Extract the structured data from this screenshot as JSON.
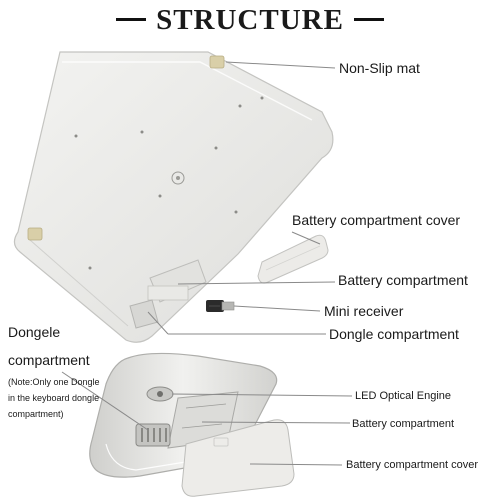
{
  "title": "STRUCTURE",
  "labels": {
    "non_slip_mat": "Non-Slip mat",
    "battery_compartment_cover": "Battery compartment cover",
    "battery_compartment": "Battery compartment",
    "mini_receiver": "Mini receiver",
    "dongle_compartment": "Dongle compartment",
    "dongle_label_line1": "Dongele",
    "dongle_label_line2": "compartment",
    "note_line1": "(Note:Only one Dongle",
    "note_line2": "in the keyboard dongle",
    "note_line3": "compartment)",
    "led_optical_engine": "LED Optical Engine",
    "mouse_battery_compartment": "Battery compartment",
    "mouse_battery_cover": "Battery compartment cover"
  },
  "colors": {
    "device_body": "#ececea",
    "device_edge": "#c9c9c6",
    "leader_line": "#8a8a8a",
    "mat_pad": "#d9cfa8"
  }
}
